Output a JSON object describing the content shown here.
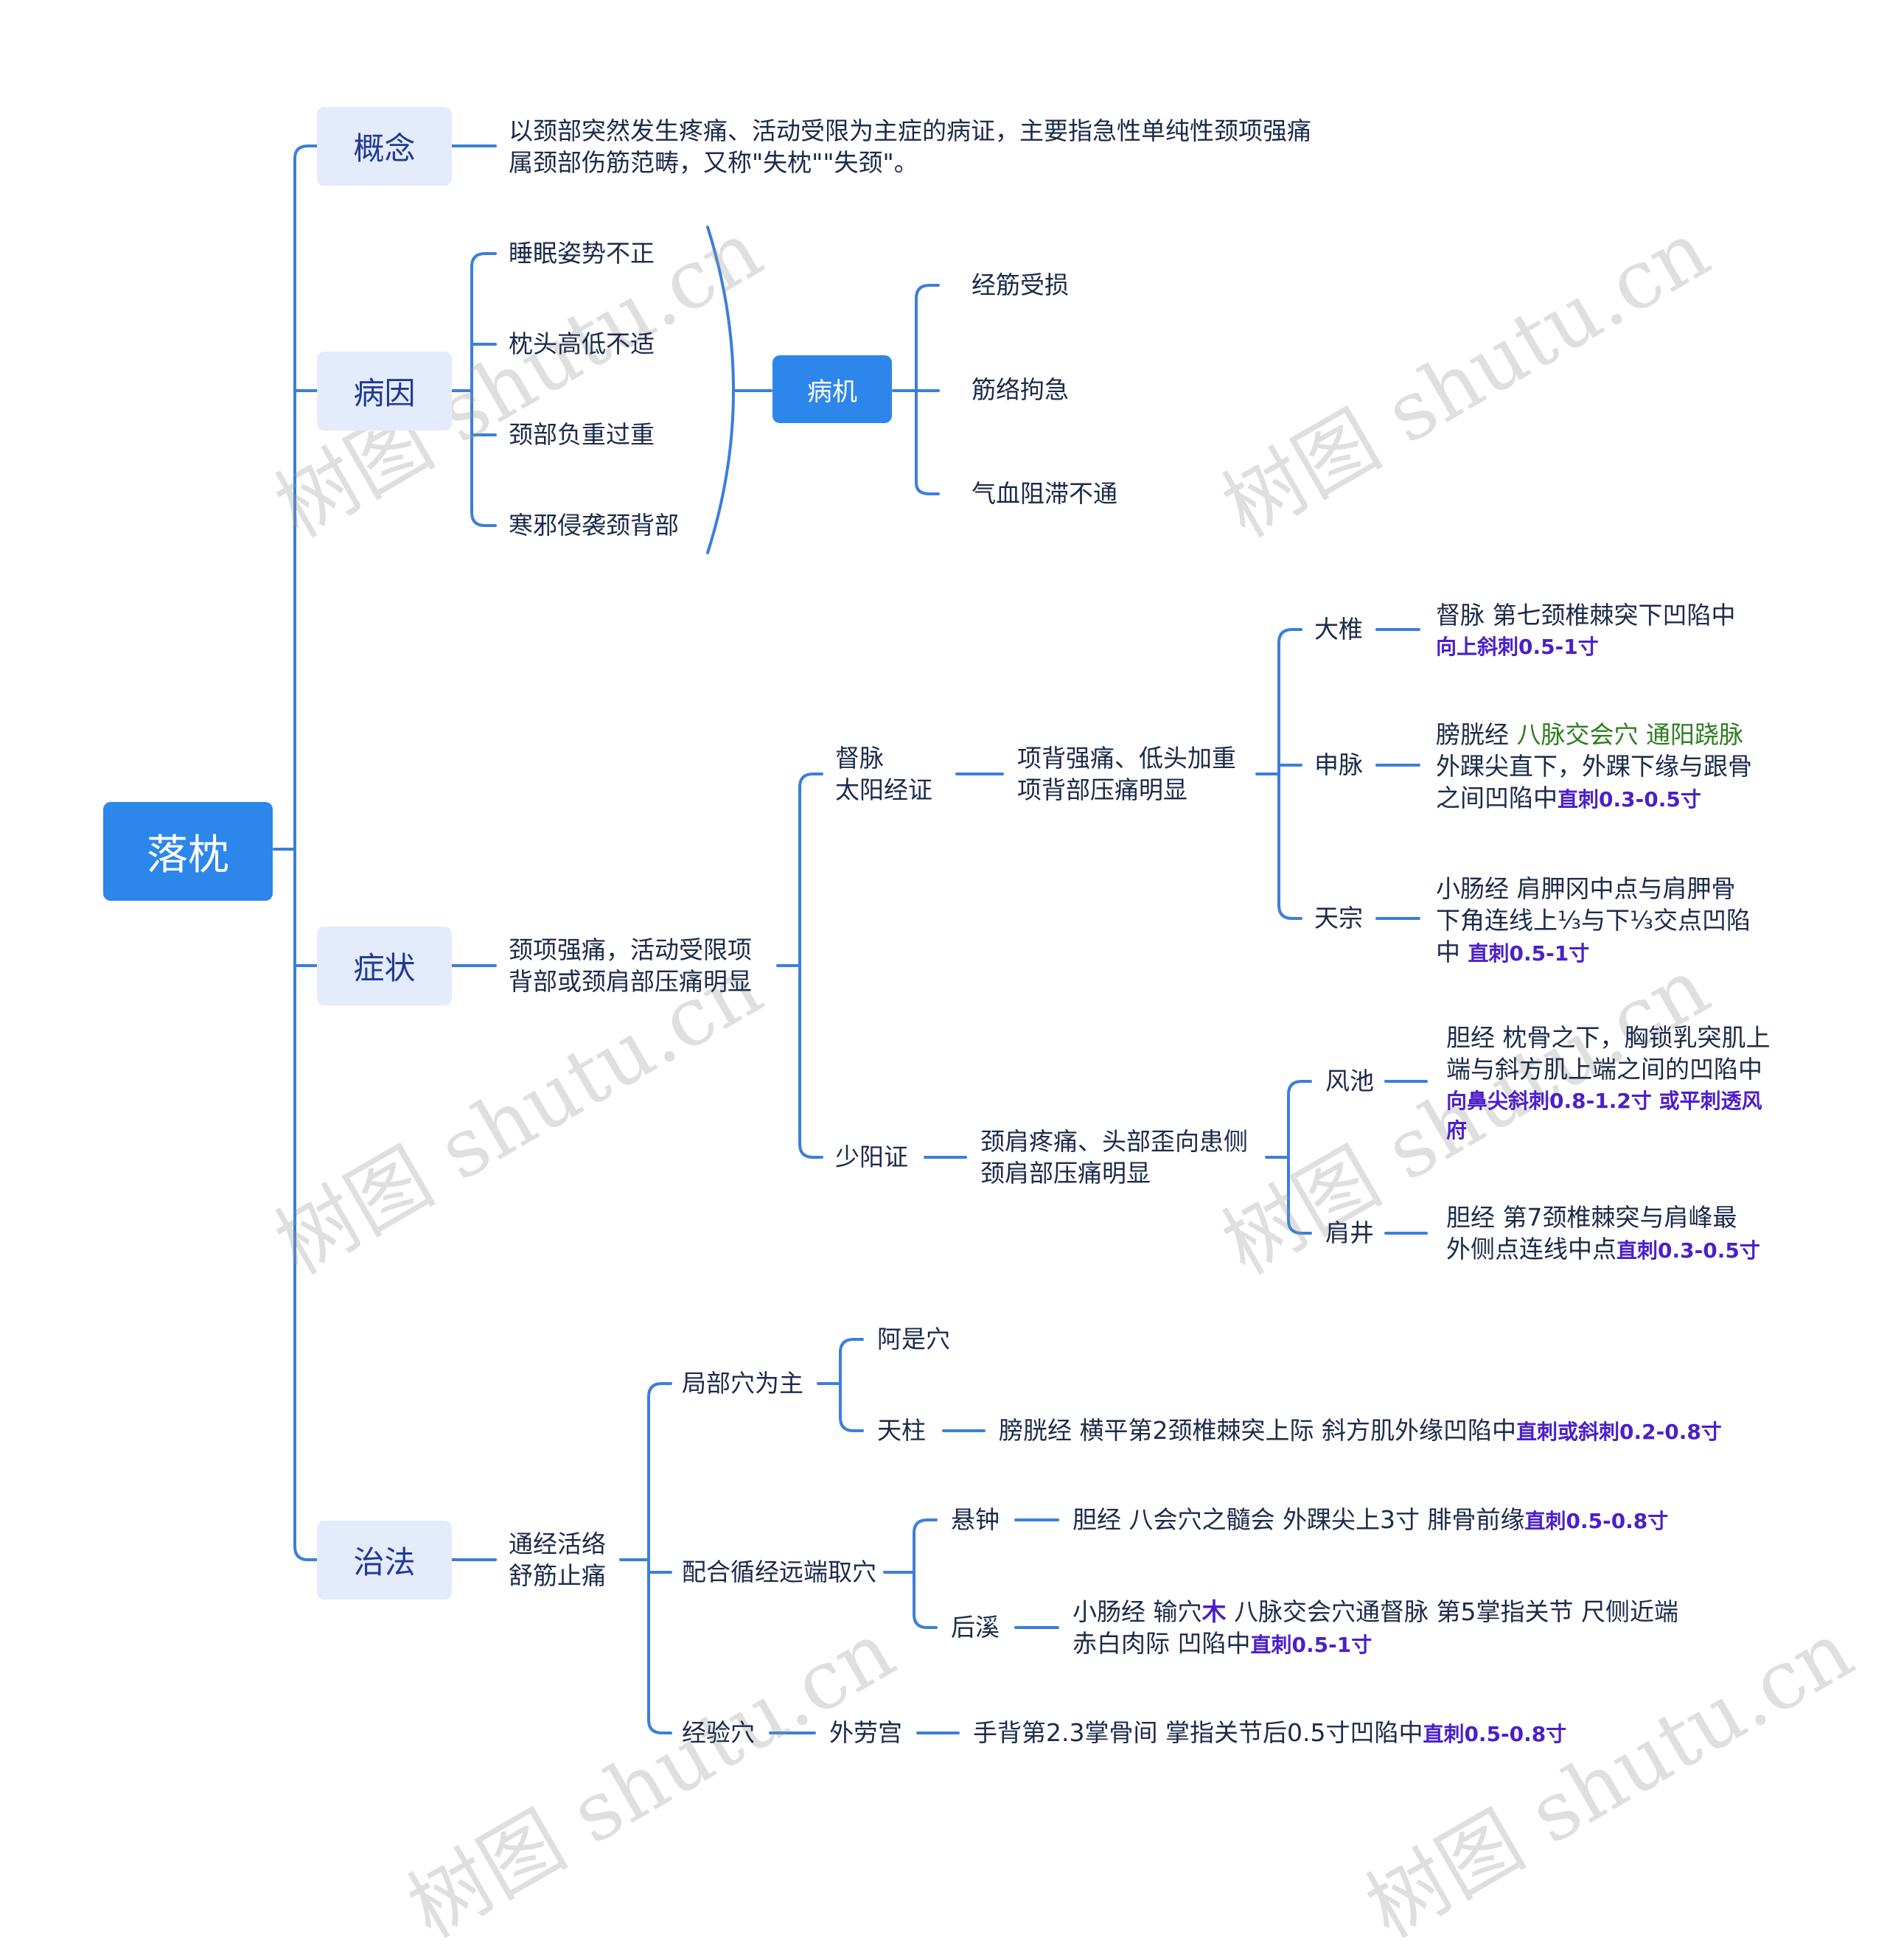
{
  "root": "落枕",
  "l1": {
    "concept": "概念",
    "cause": "病因",
    "symptom": "症状",
    "treatment": "治法"
  },
  "concept": {
    "line1": "以颈部突然发生疼痛、活动受限为主症的病证，主要指急性单纯性颈项强痛",
    "line2": "属颈部伤筋范畴，又称\"失枕\"\"失颈\"。"
  },
  "causes": [
    "睡眠姿势不正",
    "枕头高低不适",
    "颈部负重过重",
    "寒邪侵袭颈背部"
  ],
  "pathogenesis": {
    "label": "病机",
    "items": [
      "经筋受损",
      "筋络拘急",
      "气血阻滞不通"
    ]
  },
  "symptom": {
    "main": [
      "颈项强痛，活动受限项",
      "背部或颈肩部压痛明显"
    ],
    "dumai": {
      "label": [
        "督脉",
        "太阳经证"
      ],
      "desc": [
        "项背强痛、低头加重",
        "项背部压痛明显"
      ],
      "points": {
        "dazhui": {
          "name": "大椎",
          "line1": "督脉 第七颈椎棘突下凹陷中",
          "method": "向上斜刺0.5-1寸"
        },
        "shenmai": {
          "name": "申脉",
          "line1a": "膀胱经 ",
          "line1b": "八脉交会穴 通阳跷脉",
          "line2": "外踝尖直下，外踝下缘与跟骨",
          "line3": "之间凹陷中",
          "method": "直刺0.3-0.5寸"
        },
        "tianzong": {
          "name": "天宗",
          "line1": "小肠经 肩胛冈中点与肩胛骨",
          "line2": "下角连线上⅓与下⅓交点凹陷",
          "line3": "中 ",
          "method": "直刺0.5-1寸"
        }
      }
    },
    "shaoyang": {
      "label": "少阳证",
      "desc": [
        "颈肩疼痛、头部歪向患侧",
        "颈肩部压痛明显"
      ],
      "points": {
        "fengchi": {
          "name": "风池",
          "line1": "胆经 枕骨之下，胸锁乳突肌上",
          "line2": "端与斜方肌上端之间的凹陷中",
          "method1": "向鼻尖斜刺0.8-1.2寸 或平刺透风",
          "method2": "府"
        },
        "jianjing": {
          "name": "肩井",
          "line1": "胆经 第7颈椎棘突与肩峰最",
          "line2": "外侧点连线中点",
          "method": "直刺0.3-0.5寸"
        }
      }
    }
  },
  "treatment": {
    "principle": [
      "通经活络",
      "舒筋止痛"
    ],
    "local": {
      "label": "局部穴为主",
      "ashi": "阿是穴",
      "tianzhu": {
        "name": "天柱",
        "desc": "膀胱经 横平第2颈椎棘突上际 斜方肌外缘凹陷中",
        "method": "直刺或斜刺0.2-0.8寸"
      }
    },
    "distal": {
      "label": "配合循经远端取穴",
      "xuanzhong": {
        "name": "悬钟",
        "desc": "胆经 八会穴之髓会 外踝尖上3寸 腓骨前缘",
        "method": "直刺0.5-0.8寸"
      },
      "houxi": {
        "name": "后溪",
        "line1a": "小肠经 输穴",
        "line1b": "木",
        "line1c": " 八脉交会穴通督脉 第5掌指关节 尺侧近端",
        "line2": " 赤白肉际 凹陷中",
        "method": "直刺0.5-1寸"
      }
    },
    "empirical": {
      "label": "经验穴",
      "point": "外劳宫",
      "desc": "手背第2.3掌骨间 掌指关节后0.5寸凹陷中",
      "method": "直刺0.5-0.8寸"
    }
  },
  "watermark": "树图 shutu.cn",
  "colors": {
    "line": "#3b7fd9",
    "rootBox": "#2d86ea",
    "l1Box": "#e4ebfb",
    "method": "#4b1fc9",
    "green": "#2e7d1f"
  }
}
